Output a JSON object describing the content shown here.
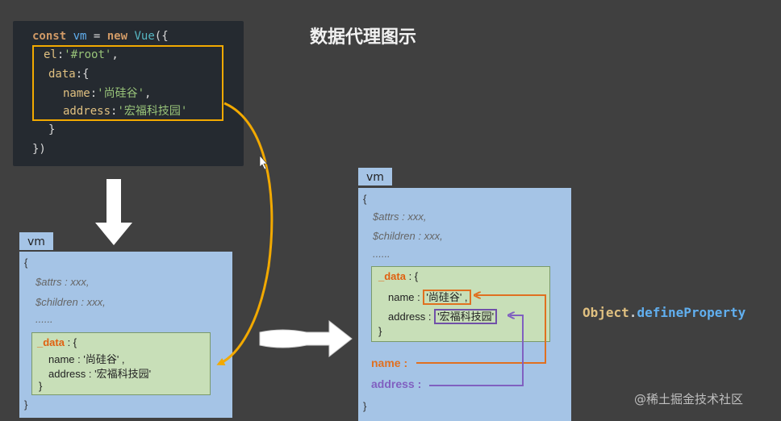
{
  "title": "数据代理图示",
  "code": {
    "line1": {
      "kw": "const",
      "var": "vm",
      "op": " = ",
      "kw2": "new",
      "fn": "Vue",
      "tail": "({"
    },
    "line2": {
      "prop": "el",
      "str": "'#root'",
      "tail": ","
    },
    "line3": {
      "prop": "data",
      "tail": ":{"
    },
    "line4": {
      "prop": "name",
      "str": "'尚硅谷'",
      "tail": ","
    },
    "line5": {
      "prop": "address",
      "str": "'宏福科技园'"
    },
    "line6": "}",
    "line7": "})"
  },
  "vm_left": {
    "tab": "vm",
    "open": "{",
    "attrs": "$attrs : xxx,",
    "children": "$children : xxx,",
    "dots": "......",
    "data_key": "_data",
    "data_open": " : {",
    "name_line": "name : '尚硅谷' ,",
    "address_line": "address : '宏福科技园'",
    "data_close": "}",
    "close": "}"
  },
  "vm_right": {
    "tab": "vm",
    "open": "{",
    "attrs": "$attrs : xxx,",
    "children": "$children : xxx,",
    "dots": "......",
    "data_key": "_data",
    "data_open": " : {",
    "name_key": "name : ",
    "name_val": "'尚硅谷' ,",
    "address_key": "address : ",
    "address_val": "'宏福科技园'",
    "data_close": "}",
    "proxy_name": "name :",
    "proxy_address": "address :",
    "close": "}"
  },
  "api": {
    "object": "Object",
    "dot": ".",
    "method": "defineProperty"
  },
  "watermark": "@稀土掘金技术社区",
  "colors": {
    "background": "#404040",
    "code_bg": "#252a30",
    "vm_blue": "#a5c4e6",
    "data_green": "#c8dfb8",
    "highlight_yellow": "#f2a900",
    "orange": "#e07020",
    "purple": "#8060c0"
  }
}
